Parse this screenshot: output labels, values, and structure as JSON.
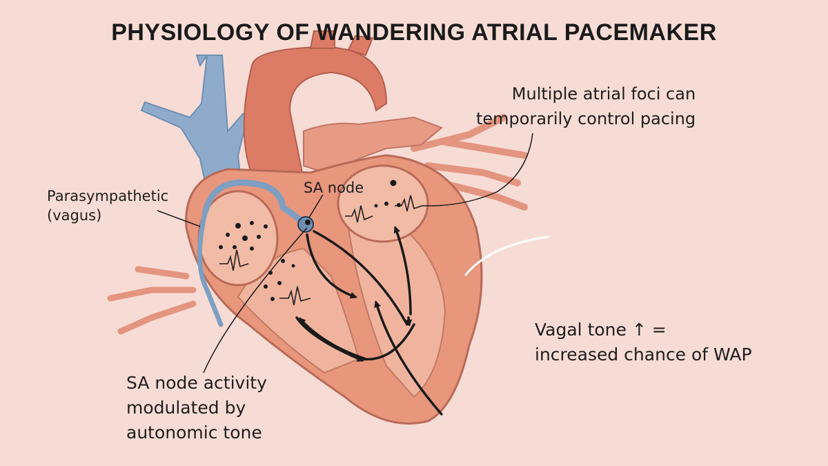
{
  "title": "PHYSIOLOGY OF WANDERING ATRIAL PACEMAKER",
  "labels": {
    "parasympathetic_line1": "Parasympathetic",
    "parasympathetic_line2": "(vagus)",
    "sa_node": "SA node",
    "multiple_foci_line1": "Multiple atrial foci can",
    "multiple_foci_line2": "temporarily control pacing",
    "vagal_tone_line1": "Vagal tone ↑ =",
    "vagal_tone_line2": "increased chance of WAP",
    "autonomic_line1": "SA node activity",
    "autonomic_line2": "modulated by",
    "autonomic_line3": "autonomic tone"
  },
  "colors": {
    "background": "#f7dcd5",
    "myocardium": "#e8967c",
    "chamber": "#f0b49e",
    "aorta": "#d87662",
    "vein": "#8aa8c8",
    "line": "#1a1a1a"
  }
}
